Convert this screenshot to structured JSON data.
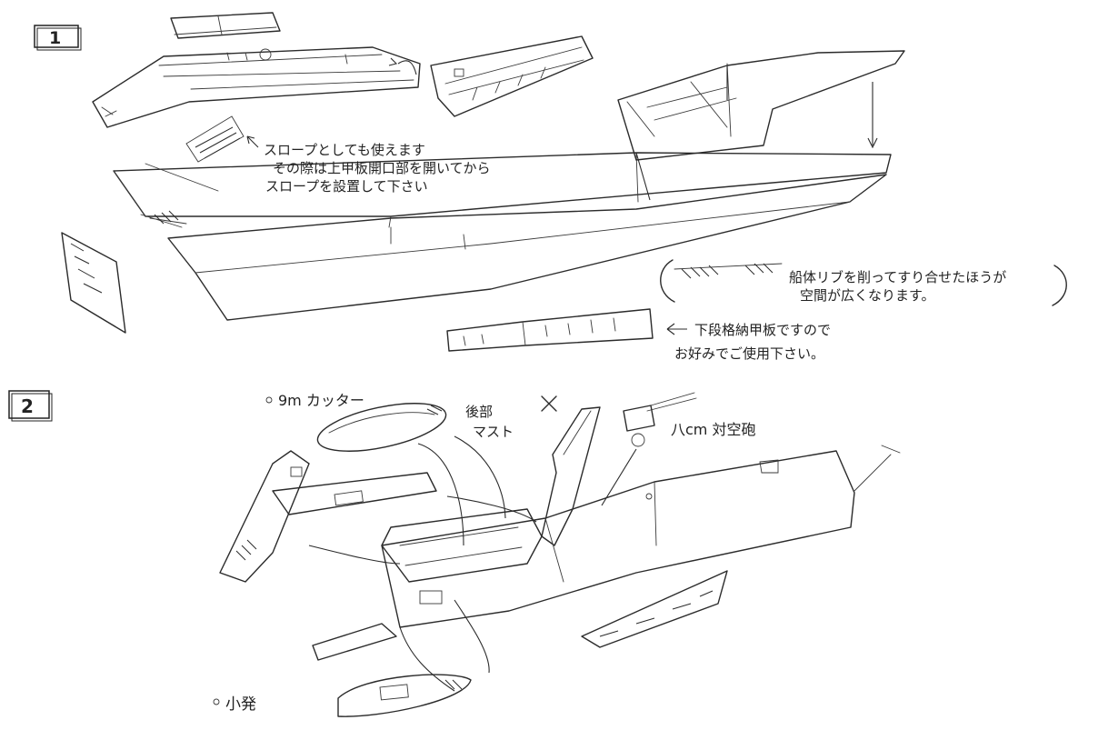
{
  "steps": [
    {
      "number": "1"
    },
    {
      "number": "2"
    }
  ],
  "notes": {
    "slope_line1": "スロープとしても使えます",
    "slope_line2": "その際は上甲板開口部を開いてから",
    "slope_line3": "スロープを設置して下さい",
    "rib_line1": "船体リブを削ってすり合せたほうが",
    "rib_line2": "空間が広くなります。",
    "lower_line1": "下段格納甲板ですので",
    "lower_line2": "お好みでご使用下さい。"
  },
  "labels": {
    "cutter": "9m カッター",
    "mast": "後部",
    "mast2": "マスト",
    "aa_gun": "八cm 対空砲",
    "small_boat": "小発"
  },
  "colors": {
    "ink": "#2b2b2b",
    "paper": "#ffffff"
  }
}
